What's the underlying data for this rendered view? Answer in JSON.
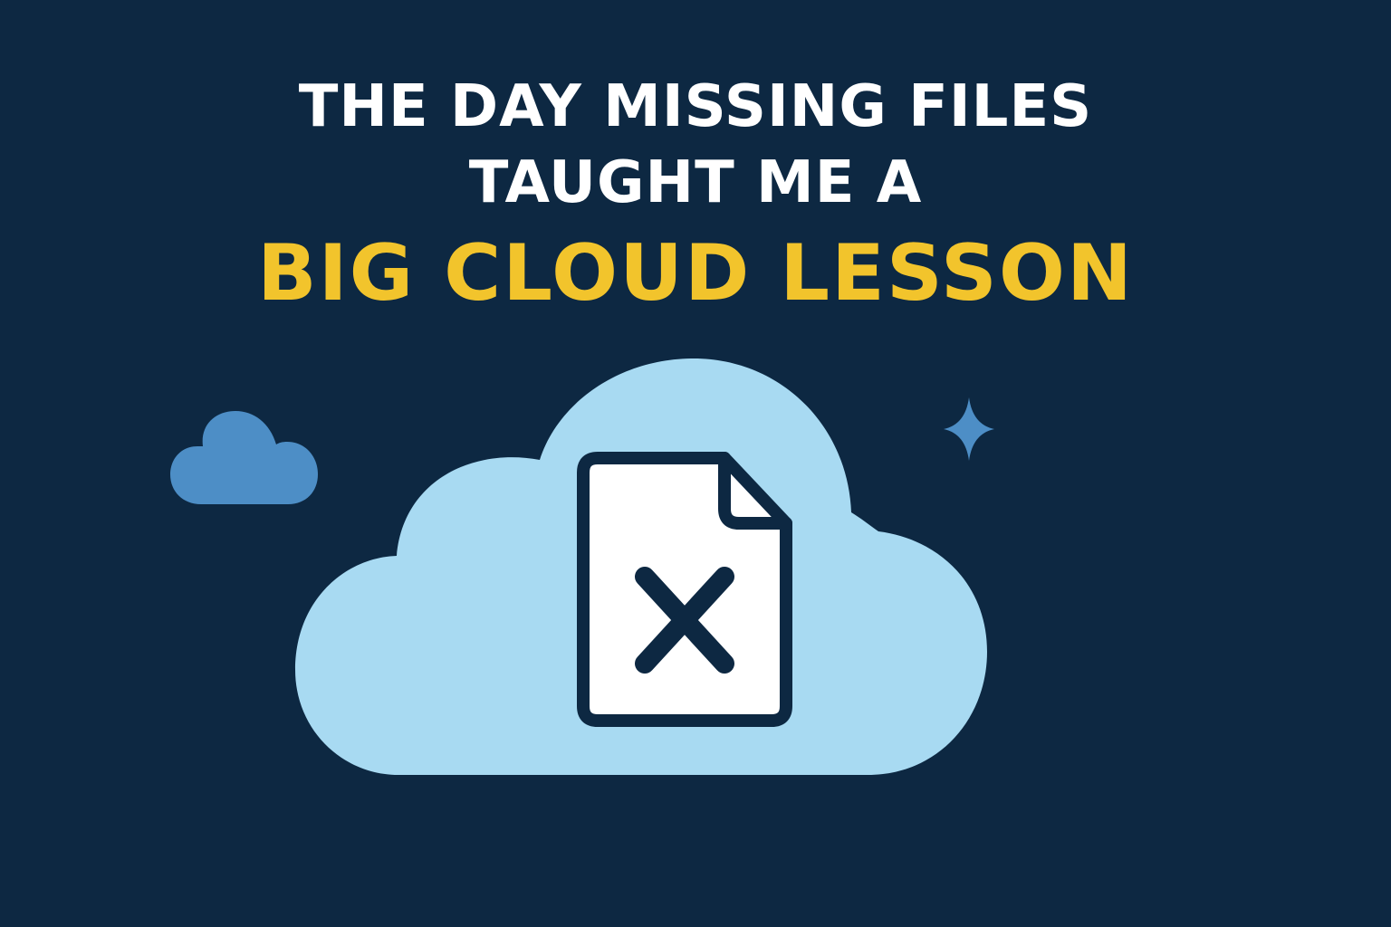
{
  "headline": {
    "line_1": "THE DAY MISSING FILES",
    "line_2": "TAUGHT ME A",
    "line_3": "BIG CLOUD LESSON"
  },
  "colors": {
    "background": "#0d2842",
    "headline_text": "#ffffff",
    "highlight_text": "#f2c42c",
    "big_cloud": "#a8daf2",
    "small_cloud": "#4d8ec6",
    "sparkle": "#4d8ec6",
    "document": "#ffffff",
    "document_outline": "#0d2842"
  },
  "icons": {
    "big_cloud": "cloud-icon",
    "small_cloud": "small-cloud-icon",
    "sparkle": "sparkle-icon",
    "file": "file-icon",
    "error_mark": "x-mark-icon"
  }
}
